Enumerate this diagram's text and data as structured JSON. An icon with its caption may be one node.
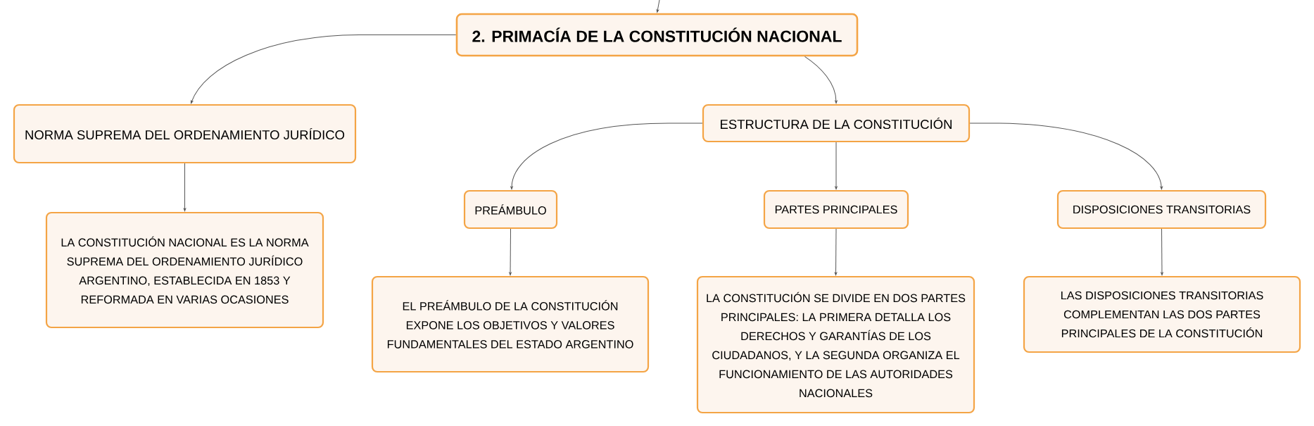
{
  "diagram": {
    "nodes": [
      {
        "text": [
          "2. PRIMACÍA DE LA CONSTITUCIÓN NACIONAL"
        ]
      },
      {
        "text": [
          "NORMA SUPREMA DEL ORDENAMIENTO JURÍDICO"
        ]
      },
      {
        "text": [
          "ESTRUCTURA DE LA CONSTITUCIÓN"
        ]
      },
      {
        "text": [
          "LA CONSTITUCIÓN NACIONAL ES LA NORMA SUPREMA DEL ORDENAMIENTO JURÍDICO ARGENTINO, ESTABLECIDA EN 1853 Y REFORMADA EN VARIAS OCASIONES"
        ]
      },
      {
        "text": [
          "PREÁMBULO"
        ]
      },
      {
        "text": [
          "PARTES PRINCIPALES"
        ]
      },
      {
        "text": [
          "DISPOSICIONES TRANSITORIAS"
        ]
      },
      {
        "text": [
          "EL PREÁMBULO DE LA CONSTITUCIÓN EXPONE LOS OBJETIVOS Y VALORES FUNDAMENTALES DEL ESTADO ARGENTINO"
        ]
      },
      {
        "text": [
          "LA CONSTITUCIÓN SE DIVIDE EN DOS PARTES PRINCIPALES: LA PRIMERA DETALLA LOS DERECHOS Y GARANTÍAS DE LOS CIUDADANOS, Y LA SEGUNDA ORGANIZA EL FUNCIONAMIENTO DE LAS AUTORIDADES NACIONALES"
        ]
      },
      {
        "text": [
          "LAS DISPOSICIONES TRANSITORIAS COMPLEMENTAN LAS DOS PARTES PRINCIPALES DE LA CONSTITUCIÓN"
        ]
      }
    ],
    "edges": [
      {
        "from": null,
        "to": 0,
        "arrow": "to"
      },
      {
        "from": 0,
        "to": 1,
        "arrow": "to"
      },
      {
        "from": 0,
        "to": 2,
        "arrow": "to"
      },
      {
        "from": 1,
        "to": 3,
        "arrow": "to"
      },
      {
        "from": 2,
        "to": 4,
        "arrow": "to"
      },
      {
        "from": 2,
        "to": 5,
        "arrow": "to"
      },
      {
        "from": 2,
        "to": 6,
        "arrow": "to"
      },
      {
        "from": 4,
        "to": 7,
        "arrow": "to"
      },
      {
        "from": 5,
        "to": 8,
        "arrow": "to"
      },
      {
        "from": 6,
        "to": 9,
        "arrow": "to"
      }
    ]
  }
}
